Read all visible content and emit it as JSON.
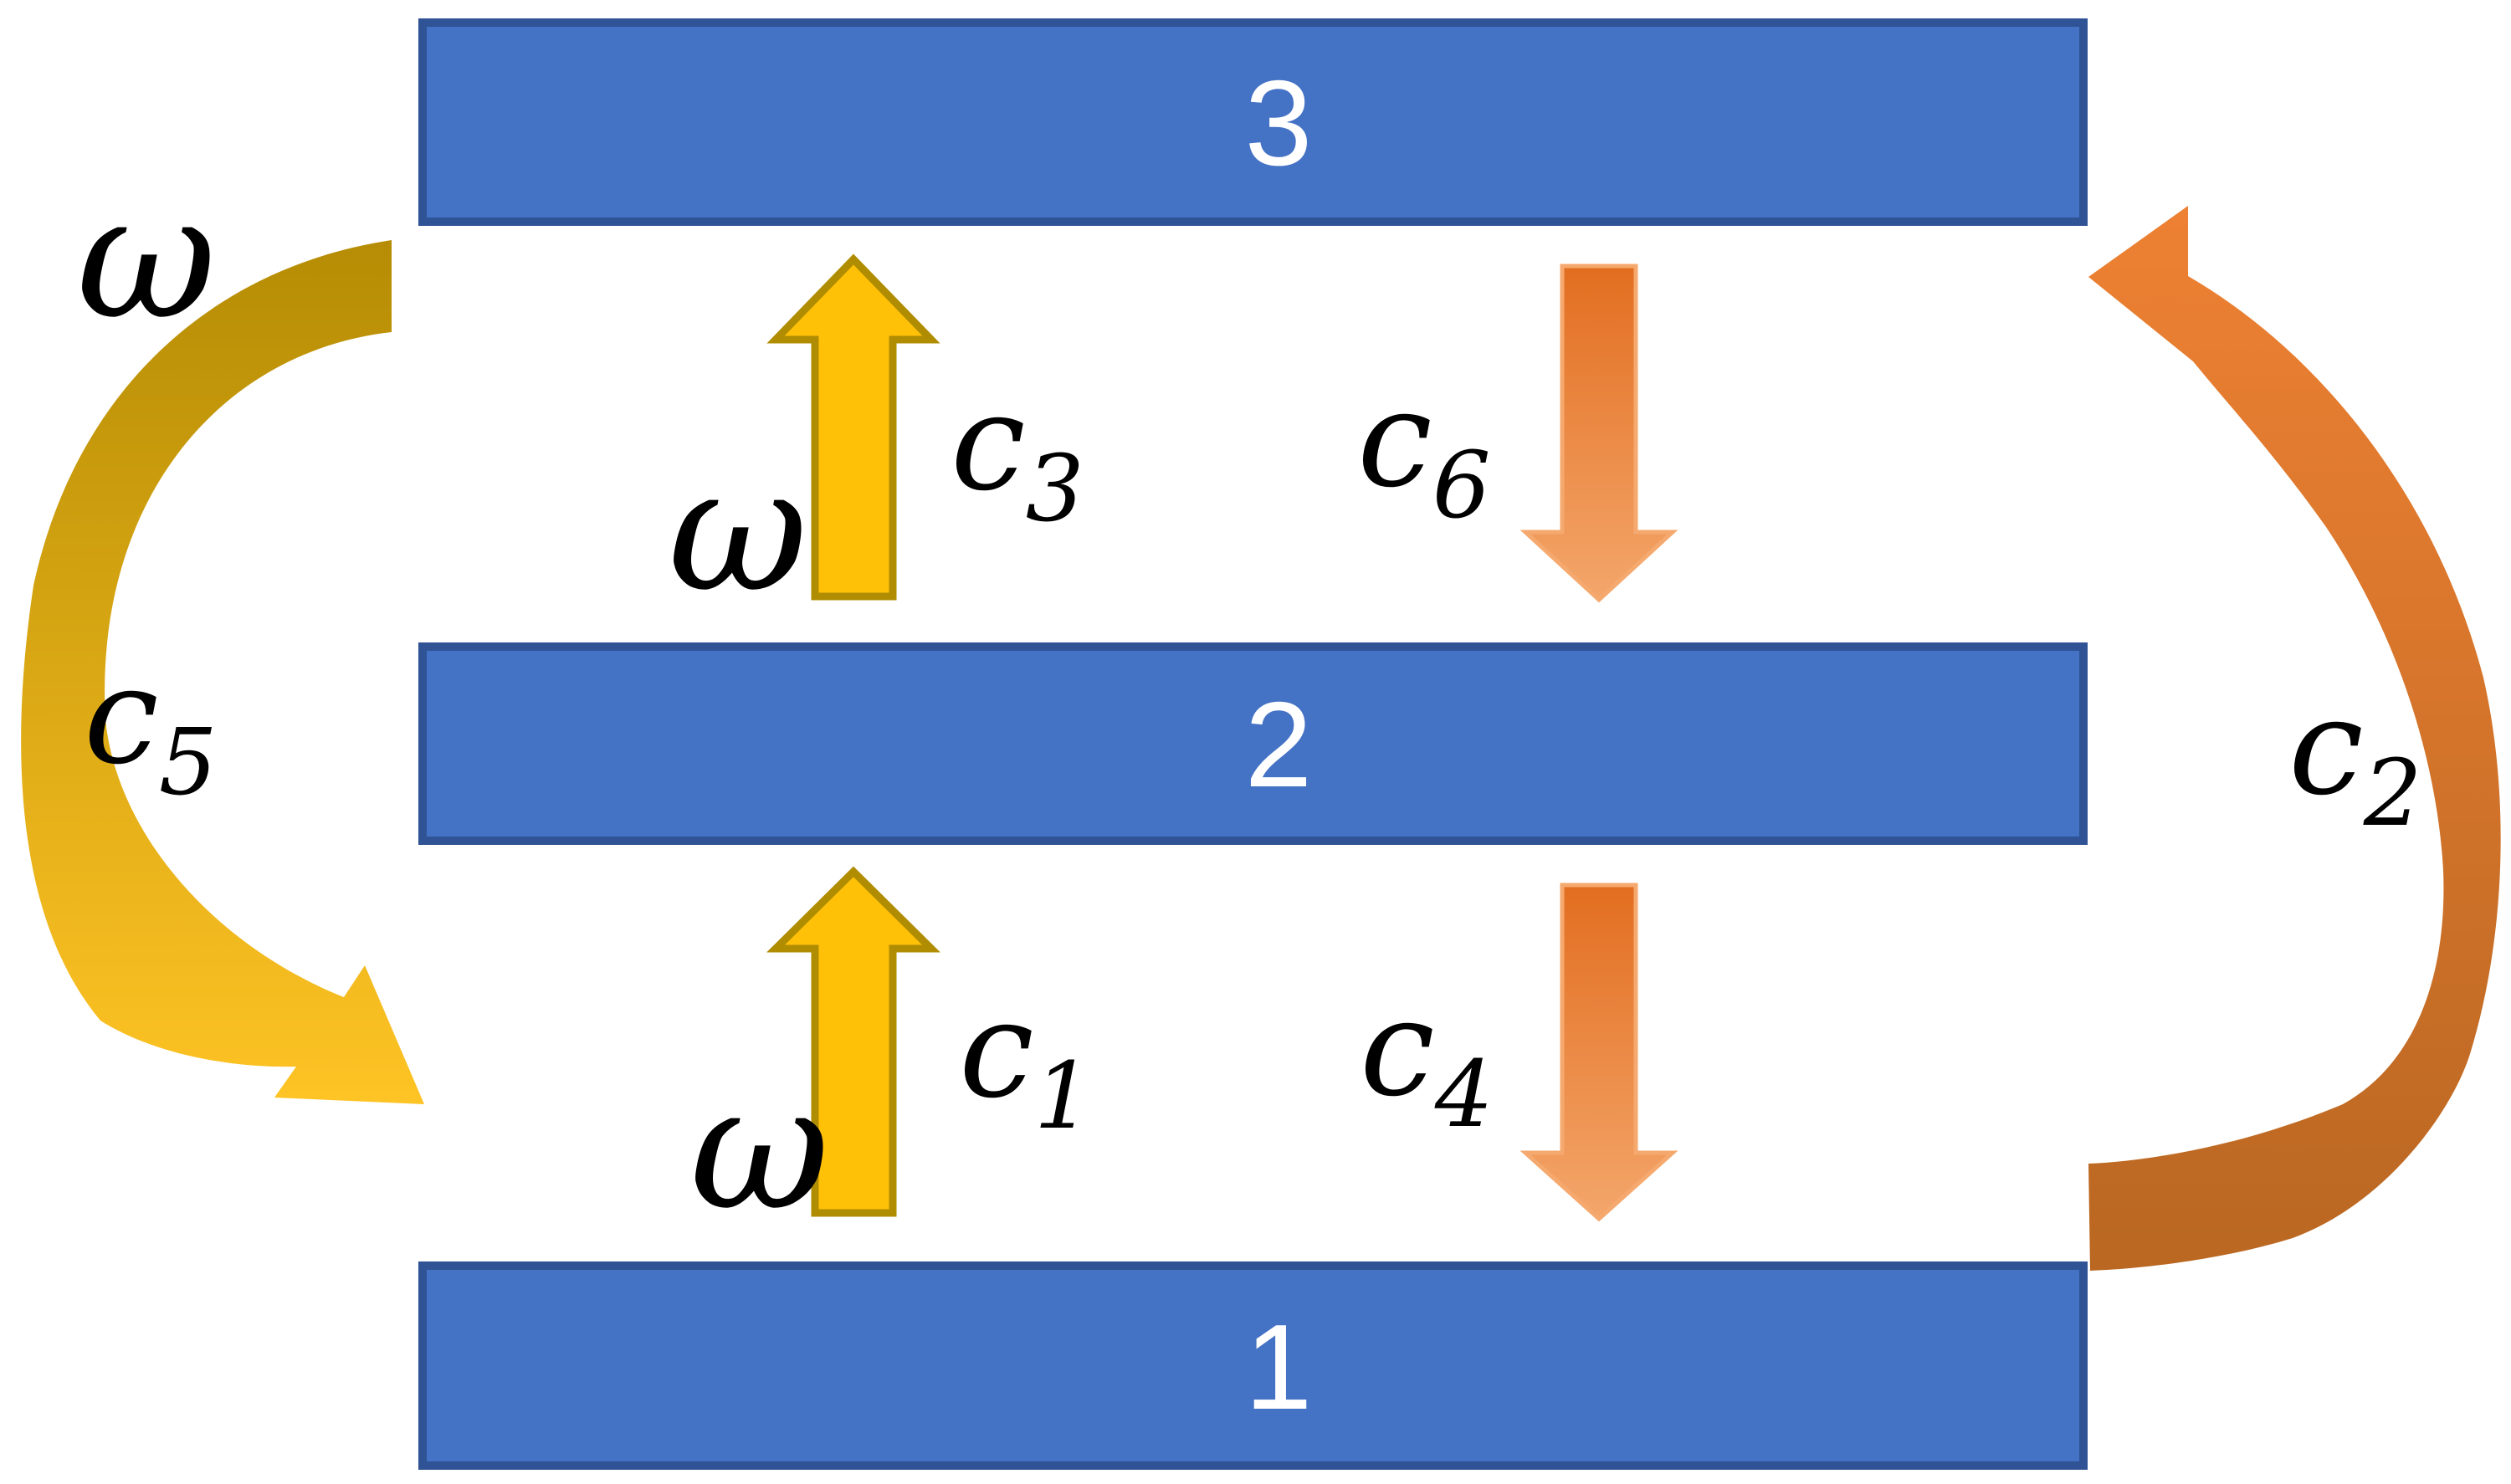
{
  "figure": {
    "levels": [
      {
        "label": "3"
      },
      {
        "label": "2"
      },
      {
        "label": "1"
      }
    ],
    "labels": {
      "omega_left": "ω",
      "omega_mid_upper": "ω",
      "omega_mid_lower": "ω",
      "c1": {
        "base": "c",
        "sub": "1"
      },
      "c2": {
        "base": "c",
        "sub": "2"
      },
      "c3": {
        "base": "c",
        "sub": "3"
      },
      "c4": {
        "base": "c",
        "sub": "4"
      },
      "c5": {
        "base": "c",
        "sub": "5"
      },
      "c6": {
        "base": "c",
        "sub": "6"
      }
    },
    "colors": {
      "level_fill": "#4472C4",
      "level_border": "#2F5394",
      "level_label_color": "#FFFFFF",
      "gold_arrow_fill": "#FFC008",
      "gold_arrow_border": "#B08C00",
      "gold_arc_start": "#B58C04",
      "gold_arc_end": "#FFC425",
      "orange_arrow_top": "#E26E20",
      "orange_arrow_bottom": "#F4A66B",
      "orange_arrow_border": "#F5A96E",
      "orange_arc_start": "#EE8133",
      "orange_arc_end": "#B96722",
      "math_label_color": "#000000"
    }
  }
}
